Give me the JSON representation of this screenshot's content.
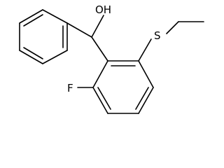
{
  "molecule": {
    "atoms": {
      "hydroxyl": "OH",
      "sulfur": "S",
      "fluorine": "F"
    },
    "colors": {
      "bond": "#000000",
      "label": "#000000",
      "background": "#ffffff"
    }
  }
}
